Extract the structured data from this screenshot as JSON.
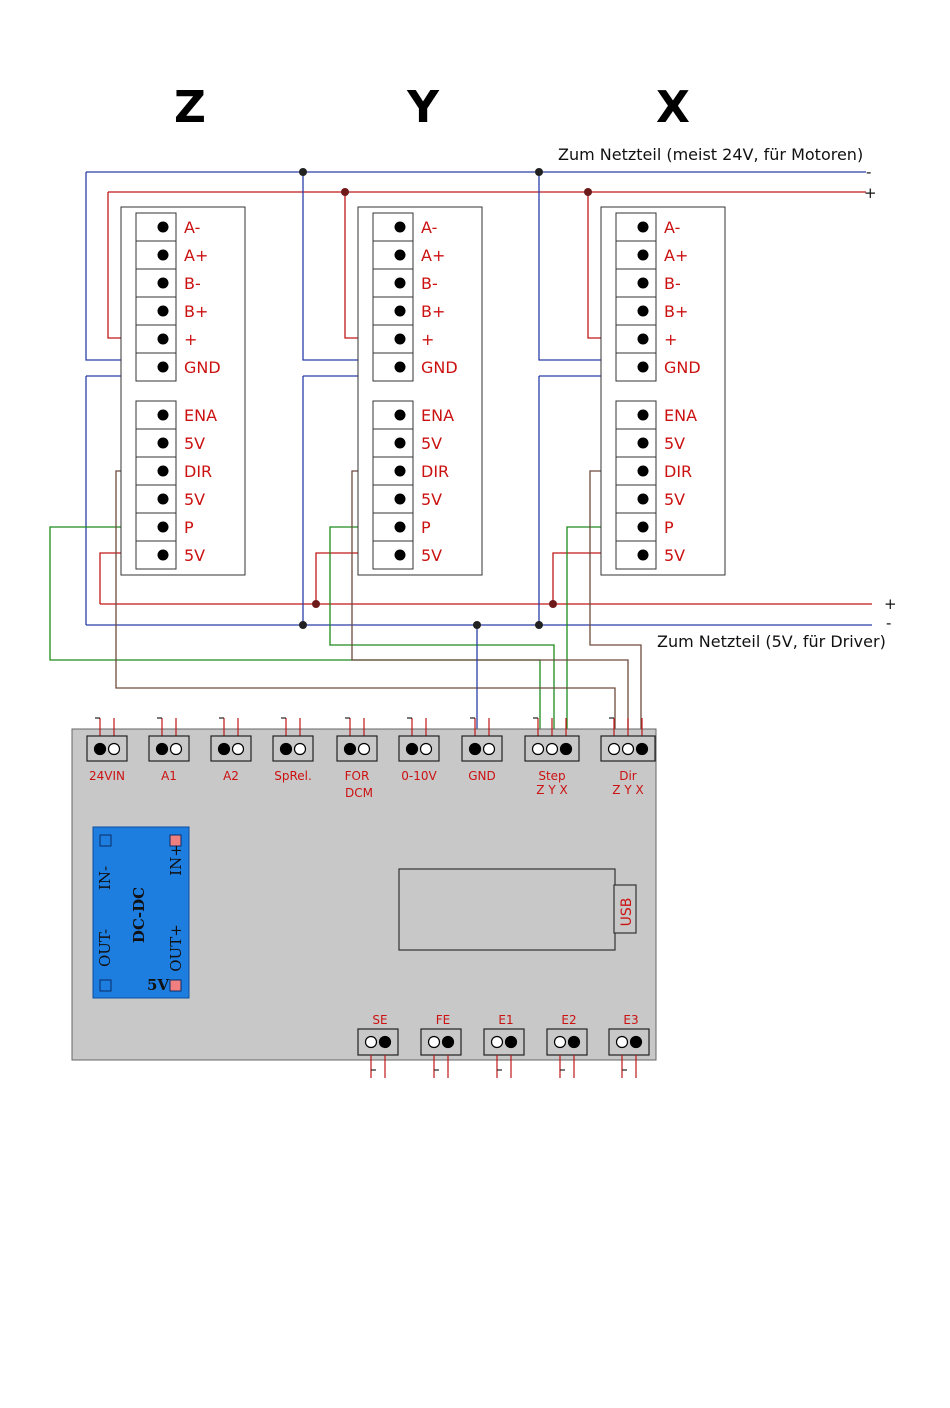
{
  "axes": [
    {
      "name": "Z"
    },
    {
      "name": "Y"
    },
    {
      "name": "X"
    }
  ],
  "driver_pins_top": [
    "A-",
    "A+",
    "B-",
    "B+",
    "+",
    "GND"
  ],
  "driver_pins_bottom": [
    "ENA",
    "5V",
    "DIR",
    "5V",
    "P",
    "5V"
  ],
  "supply_motor": {
    "label": "Zum Netzteil (meist 24V, für Motoren)",
    "minus": "-",
    "plus": "+"
  },
  "supply_driver": {
    "label": "Zum Netzteil (5V, für Driver)",
    "minus": "-",
    "plus": "+"
  },
  "controller": {
    "connectors": [
      {
        "label": "24VIN"
      },
      {
        "label": "A1"
      },
      {
        "label": "A2"
      },
      {
        "label": "SpRel."
      },
      {
        "label": "FOR",
        "label2": "DCM"
      },
      {
        "label": "0-10V"
      },
      {
        "label": "GND"
      },
      {
        "label": "Step",
        "sub": "Z  Y  X"
      },
      {
        "label": "Dir",
        "sub": "Z  Y  X"
      }
    ],
    "bottom_connectors": [
      {
        "label": "SE"
      },
      {
        "label": "FE"
      },
      {
        "label": "E1"
      },
      {
        "label": "E2"
      },
      {
        "label": "E3"
      }
    ],
    "dcdc": {
      "title": "DC-DC",
      "in_minus": "IN-",
      "in_plus": "IN+",
      "out_minus": "OUT-",
      "out_plus": "OUT+",
      "voltage": "5V"
    },
    "usb": "USB"
  },
  "colors": {
    "blue_wire": "#2a3ea8",
    "red_wire": "#c01818",
    "green_wire": "#1d8a1d",
    "brown_wire": "#6e4a3c",
    "panel": "#c8c8c8",
    "dcdc": "#1e7ee0",
    "label_red": "#cc1111"
  }
}
